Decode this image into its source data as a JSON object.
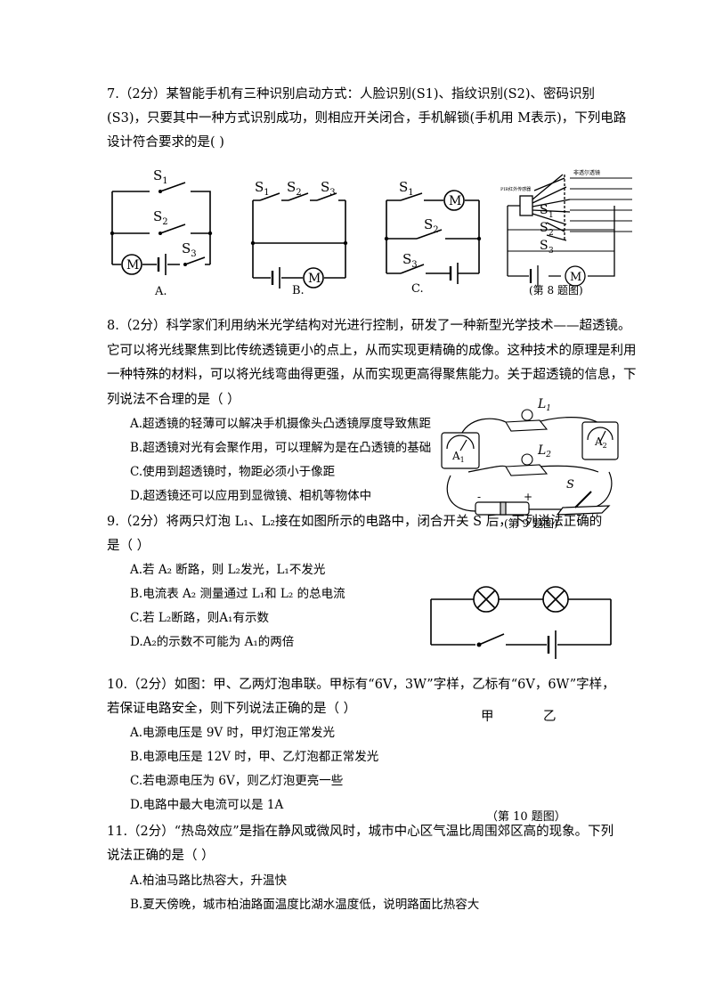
{
  "q7": {
    "line1": "7.（2分）某智能手机有三种识别启动方式：人脸识别(S1)、指纹识别(S2)、密码识别",
    "line2": "(S3)，只要其中一种方式识别成功，则相应开关闭合，手机解锁(手机用 M表示)，下列电路",
    "line3": "设计符合要求的是(      )",
    "figures": {
      "a_label": "A.",
      "b_label": "B.",
      "c_label": "C.",
      "s1": "S",
      "s1_sub": "1",
      "s2": "S",
      "s2_sub": "2",
      "s3": "S",
      "s3_sub": "3",
      "motor": "M",
      "fig8_caption": "(第 8 题图)"
    }
  },
  "q8": {
    "line1": "8.（2分）科学家们利用纳米光学结构对光进行控制，研发了一种新型光学技术——超透镜。",
    "line2": "它可以将光线聚焦到比传统透镜更小的点上，从而实现更精确的成像。这种技术的原理是利用",
    "line3": "一种特殊的材料，可以将光线弯曲得更强，从而实现更高得聚焦能力。关于超透镜的信息，下",
    "line4": "列说法不合理的是（          ）",
    "optA": "A.超透镜的轻薄可以解决手机摄像头凸透镜厚度导致焦距",
    "optB": "B.超透镜对光有会聚作用，可以理解为是在凸透镜的基础",
    "optC": "C.使用到超透镜时，物距必须小于像距",
    "optD": "D.超透镜还可以应用到显微镜、相机等物体中"
  },
  "q9": {
    "line1": "9.（2分）将两只灯泡 L₁、L₂接在如图所示的电路中，闭合开关 S 后，下列说法正确的",
    "line2": "是（          ）",
    "optA": "A.若 A₂ 断路，则 L₂发光，L₁不发光",
    "optB": "B.电流表 A₂ 测量通过 L₁和 L₂ 的总电流",
    "optC": "C.若 L₂断路，则A₁有示数",
    "optD": "D.A₂的示数不可能为 A₁的两倍",
    "figure": {
      "l1": "L",
      "l1_sub": "1",
      "l2": "L",
      "l2_sub": "2",
      "a1": "A",
      "a1_sub": "1",
      "a2": "A",
      "a2_sub": "2",
      "s": "S",
      "minus": "-",
      "plus": "+",
      "caption": "(第 9 题图)"
    }
  },
  "q10": {
    "line1": "10.（2分）如图：甲、乙两灯泡串联。甲标有“6V，3W”字样，乙标有“6V，6W”字样，",
    "line2": "若保证电路安全，则下列说法正确的是（          ）",
    "optA": "A.电源电压是 9V 时，甲灯泡正常发光",
    "optB": "B.电源电压是 12V 时，甲、乙灯泡都正常发光",
    "optC": "C.若电源电压为 6V，则乙灯泡更亮一些",
    "optD": "D.电路中最大电流可以是 1A",
    "figure": {
      "jia": "甲",
      "yi": "乙",
      "caption": "（第 10 题图）"
    }
  },
  "q11": {
    "line1": "11.（2分）“热岛效应”是指在静风或微风时，城市中心区气温比周围郊区高的现象。下列",
    "line2": "说法正确的是（        ）",
    "optA": "A.柏油马路比热容大，升温快",
    "optB": "B.夏天傍晚，城市柏油路面温度比湖水温度低，说明路面比热容大"
  }
}
